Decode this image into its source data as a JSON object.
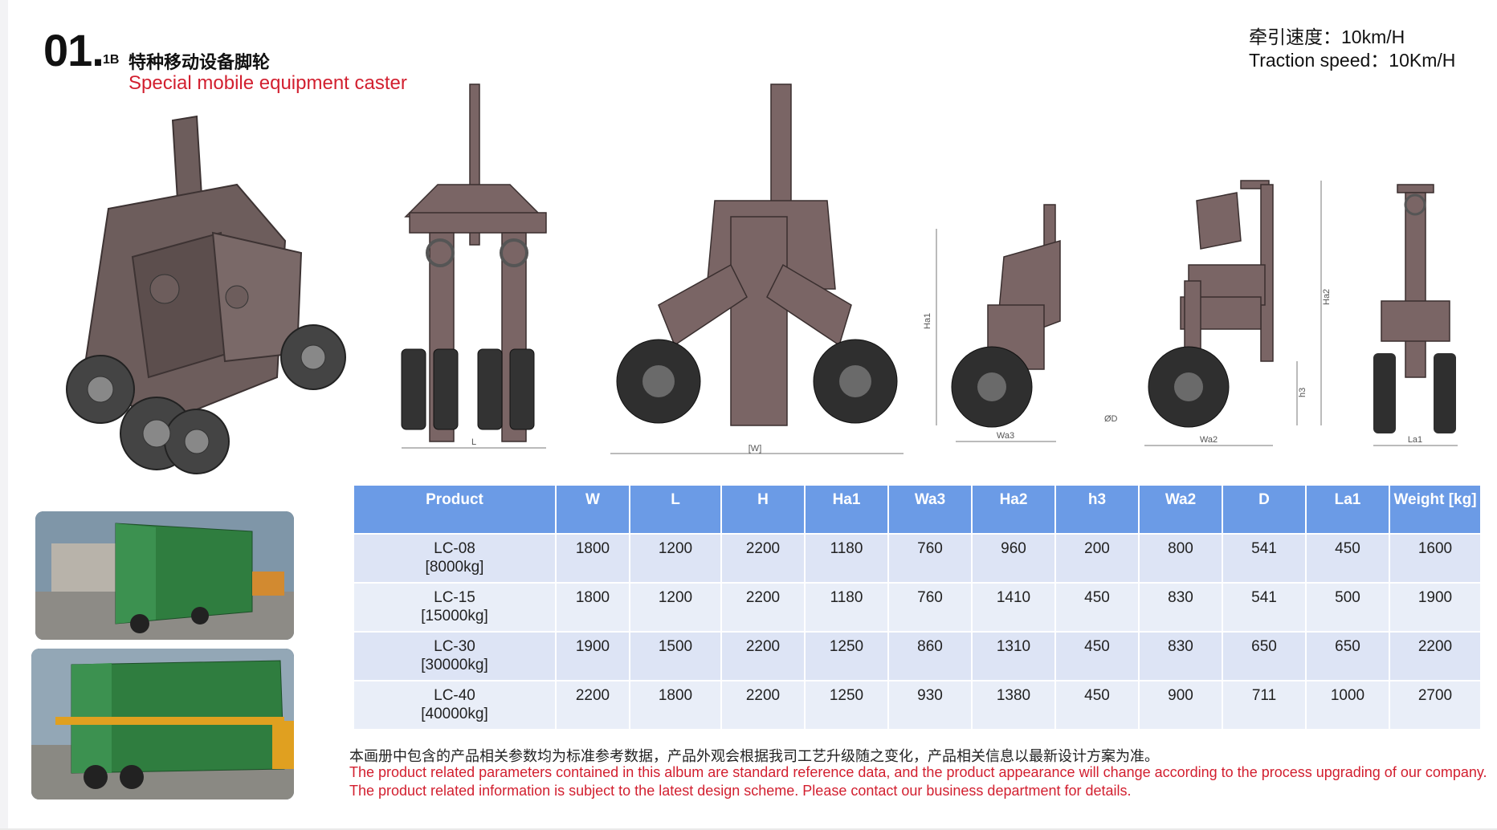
{
  "header": {
    "number": "01.",
    "code": "1B",
    "title_cn": "特种移动设备脚轮",
    "title_en": "Special mobile equipment caster"
  },
  "speed": {
    "cn": "牵引速度：10km/H",
    "en": "Traction speed：10Km/H"
  },
  "drawings": {
    "front_dim": "L",
    "side_dim": "[W]",
    "side2_dims": [
      "Ha1",
      "Wa3"
    ],
    "side3_dims": [
      "Ha2",
      "h3",
      "Wa2",
      "ØD"
    ],
    "end_dim": "La1"
  },
  "table": {
    "headers": [
      "Product",
      "W",
      "L",
      "H",
      "Ha1",
      "Wa3",
      "Ha2",
      "h3",
      "Wa2",
      "D",
      "La1",
      "Weight [kg]"
    ],
    "rows": [
      {
        "product": "LC-08",
        "capacity": "[8000kg]",
        "values": [
          "1800",
          "1200",
          "2200",
          "1180",
          "760",
          "960",
          "200",
          "800",
          "541",
          "450",
          "1600"
        ]
      },
      {
        "product": "LC-15",
        "capacity": "[15000kg]",
        "values": [
          "1800",
          "1200",
          "2200",
          "1180",
          "760",
          "1410",
          "450",
          "830",
          "541",
          "500",
          "1900"
        ]
      },
      {
        "product": "LC-30",
        "capacity": "[30000kg]",
        "values": [
          "1900",
          "1500",
          "2200",
          "1250",
          "860",
          "1310",
          "450",
          "830",
          "650",
          "650",
          "2200"
        ]
      },
      {
        "product": "LC-40",
        "capacity": "[40000kg]",
        "values": [
          "2200",
          "1800",
          "2200",
          "1250",
          "930",
          "1380",
          "450",
          "900",
          "711",
          "1000",
          "2700"
        ]
      }
    ]
  },
  "notes": {
    "cn": "本画册中包含的产品相关参数均为标准参考数据，产品外观会根据我司工艺升级随之变化，产品相关信息以最新设计方案为准。",
    "en": "The product related parameters contained in this album are standard reference data, and the product appearance will change according to the process upgrading of our company. The product related information is subject to the latest design scheme. Please contact our business department for details."
  },
  "colors": {
    "accent_red": "#d21f2f",
    "table_header": "#6b9be6",
    "row_light": "#dde4f5",
    "machine": "#6e5e5e"
  }
}
